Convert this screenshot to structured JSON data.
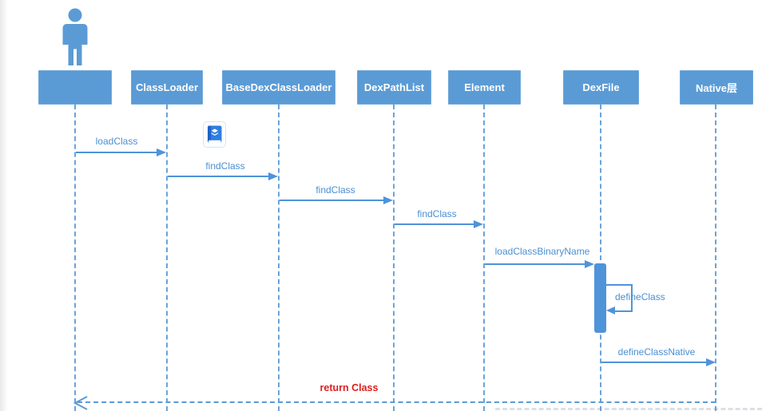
{
  "diagram": {
    "type": "uml-sequence-diagram",
    "subject": "Android class loading flow",
    "background": "#ffffff"
  },
  "colors": {
    "participant_fill": "#5b9bd5",
    "participant_text": "#ffffff",
    "arrow_blue": "#4f93d9",
    "label_blue": "#4a8fd3",
    "lifeline_blue": "#6aa3dc",
    "return_red": "#e11d1d"
  },
  "participants": [
    {
      "label": "",
      "kind": "actor"
    },
    {
      "label": "ClassLoader",
      "kind": "object"
    },
    {
      "label": "BaseDexClassLoader",
      "kind": "object"
    },
    {
      "label": "DexPathList",
      "kind": "object"
    },
    {
      "label": "Element",
      "kind": "object"
    },
    {
      "label": "DexFile",
      "kind": "object"
    },
    {
      "label": "Native层",
      "kind": "object"
    }
  ],
  "messages": [
    {
      "label": "loadClass",
      "from": "actor",
      "to": "ClassLoader",
      "style": "solid"
    },
    {
      "label": "findClass",
      "from": "ClassLoader",
      "to": "BaseDexClassLoader",
      "style": "solid"
    },
    {
      "label": "findClass",
      "from": "BaseDexClassLoader",
      "to": "DexPathList",
      "style": "solid"
    },
    {
      "label": "findClass",
      "from": "DexPathList",
      "to": "Element",
      "style": "solid"
    },
    {
      "label": "loadClassBinaryName",
      "from": "Element",
      "to": "DexFile",
      "style": "solid"
    },
    {
      "label": "defineClass",
      "from": "DexFile",
      "to": "DexFile",
      "style": "self-loop"
    },
    {
      "label": "defineClassNative",
      "from": "DexFile",
      "to": "Native层",
      "style": "solid"
    },
    {
      "label": "return Class",
      "from": "Native层",
      "to": "actor",
      "style": "dashed-return",
      "color": "#e11d1d"
    }
  ],
  "icons": {
    "actor": "person-actor-icon",
    "book_app": "book-app-icon"
  }
}
